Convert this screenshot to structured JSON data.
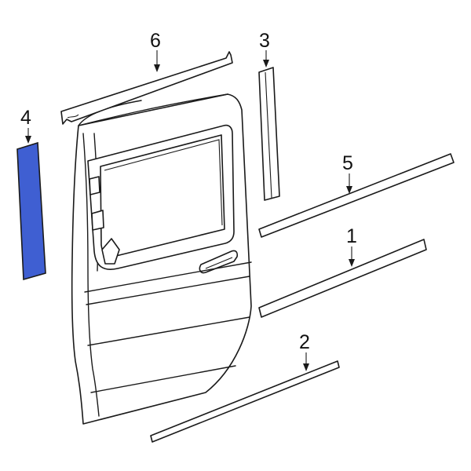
{
  "diagram": {
    "highlight_color": "#3F5FD2",
    "callouts": [
      {
        "id": "callout-1",
        "label": "1"
      },
      {
        "id": "callout-2",
        "label": "2"
      },
      {
        "id": "callout-3",
        "label": "3"
      },
      {
        "id": "callout-4",
        "label": "4",
        "highlighted": true
      },
      {
        "id": "callout-5",
        "label": "5"
      },
      {
        "id": "callout-6",
        "label": "6"
      }
    ]
  }
}
